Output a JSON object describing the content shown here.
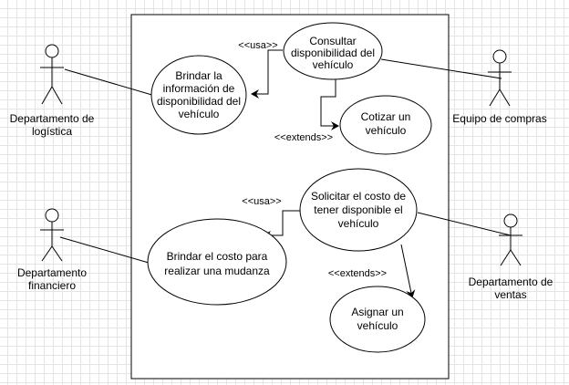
{
  "diagram": {
    "actors": {
      "logistica": [
        "Departamento de",
        "logística"
      ],
      "compras": [
        "Equipo de compras"
      ],
      "financiero": [
        "Departamento",
        "financiero"
      ],
      "ventas": [
        "Departamento de",
        "ventas"
      ]
    },
    "use_cases": {
      "consultar": [
        "Consultar",
        "disponibilidad del",
        "vehículo"
      ],
      "brindar_info": [
        "Brindar la",
        "información de",
        "disponibilidad del",
        "vehículo"
      ],
      "cotizar": [
        "Cotizar un",
        "vehículo"
      ],
      "solicitar_costo": [
        "Solicitar el costo de",
        "tener disponible el",
        "vehículo"
      ],
      "brindar_costo": [
        "Brindar el costo para",
        "realizar una mudanza"
      ],
      "asignar": [
        "Asignar un",
        "vehículo"
      ]
    },
    "relations": {
      "usa_top": "<<usa>>",
      "extends_top": "<<extends>>",
      "usa_bottom": "<<usa>>",
      "extends_bottom": "<<extends>>"
    },
    "colors": {
      "stroke": "#000000",
      "fill": "#ffffff",
      "grid": "#e4e4e4"
    }
  }
}
